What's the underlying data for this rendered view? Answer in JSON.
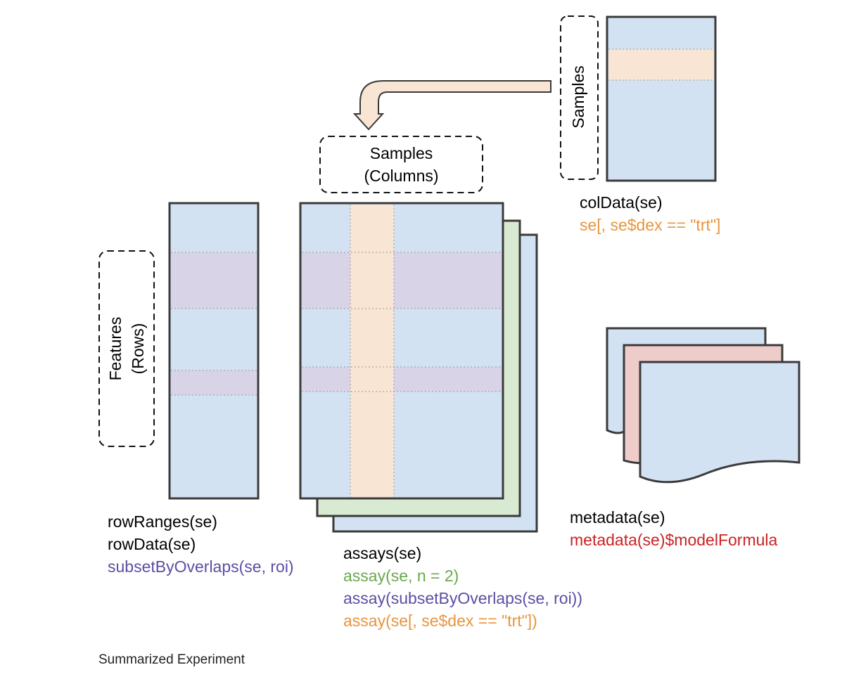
{
  "colors": {
    "blue_fill": "#d3e2f2",
    "orange_fill": "#f9e5d3",
    "purple_fill": "#d9d3e8",
    "green_fill": "#d9ead3",
    "pink_fill": "#eeccca",
    "stroke": "#3a3a3a",
    "orange_text": "#e8953e",
    "purple_text": "#5b4fa3",
    "green_text": "#6aa84f",
    "red_text": "#cc2222"
  },
  "samples_columns_box": {
    "line1": "Samples",
    "line2": "(Columns)"
  },
  "samples_vertical_box": {
    "text": "Samples"
  },
  "features_rows_box": {
    "line1": "Features",
    "line2": "(Rows)"
  },
  "coldata_labels": {
    "accessor": "colData(se)",
    "subset": "se[, se$dex == \"trt\"]"
  },
  "rowdata_labels": {
    "ranges": "rowRanges(se)",
    "data": "rowData(se)",
    "overlaps": "subsetByOverlaps(se, roi)"
  },
  "assay_labels": {
    "assays": "assays(se)",
    "assay_n": "assay(se, n = 2)",
    "assay_overlaps": "assay(subsetByOverlaps(se, roi))",
    "assay_subset": "assay(se[, se$dex == \"trt\"])"
  },
  "metadata_labels": {
    "accessor": "metadata(se)",
    "formula": "metadata(se)$modelFormula"
  },
  "footer": "Summarized Experiment"
}
